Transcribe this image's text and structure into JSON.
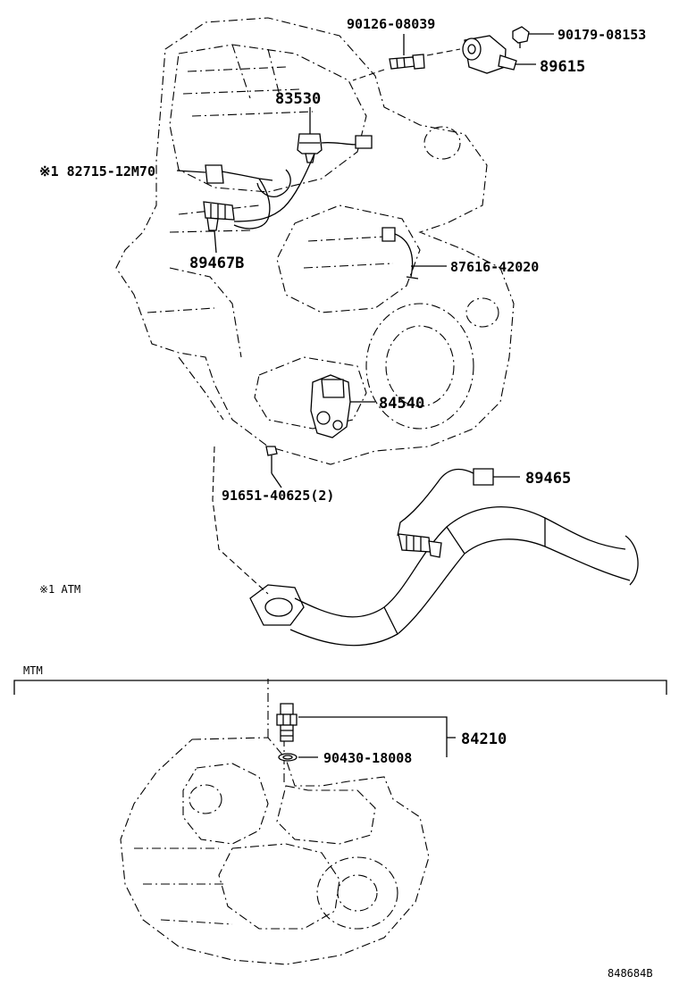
{
  "labels": {
    "p90126": "90126-08039",
    "p90179": "90179-08153",
    "p89615": "89615",
    "p83530": "83530",
    "p82715": "※1 82715-12M70",
    "p89467b": "89467B",
    "p87616": "87616-42020",
    "p84540": "84540",
    "p91651": "91651-40625(2)",
    "p89465": "89465",
    "p84210": "84210",
    "p90430": "90430-18008"
  },
  "notes": {
    "atm_note": "※1 ATM",
    "mtm_section": "MTM",
    "figure_code": "848684B"
  }
}
